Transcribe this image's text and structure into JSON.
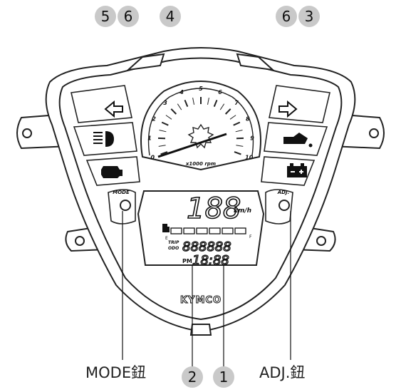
{
  "callouts": {
    "c1": "1",
    "c2": "2",
    "c3": "3",
    "c4": "4",
    "c5": "5",
    "c6_left": "6",
    "c6_right": "6"
  },
  "labels": {
    "mode_button": "MODE鈕",
    "adj_button": "ADJ.鈕"
  },
  "panel": {
    "mode_tag": "MODE",
    "adj_tag": "ADJ.",
    "brand": "KYMCO",
    "tach_unit": "x1000 rpm",
    "tach_ticks": [
      "0",
      "1",
      "2",
      "3",
      "4",
      "5",
      "6",
      "7",
      "8",
      "9",
      "10"
    ],
    "speed_digits": "188",
    "speed_unit": "km/h",
    "odo_digits": "888888",
    "trip_label": "TRIP",
    "odo_label": "ODO",
    "clock_prefix": "PM",
    "clock_digits": "18:88",
    "fuel_empty": "E",
    "fuel_full": "F"
  },
  "colors": {
    "line": "#222222",
    "lcd": "#1a1a1a",
    "callout_bg": "#c9c9c9"
  }
}
